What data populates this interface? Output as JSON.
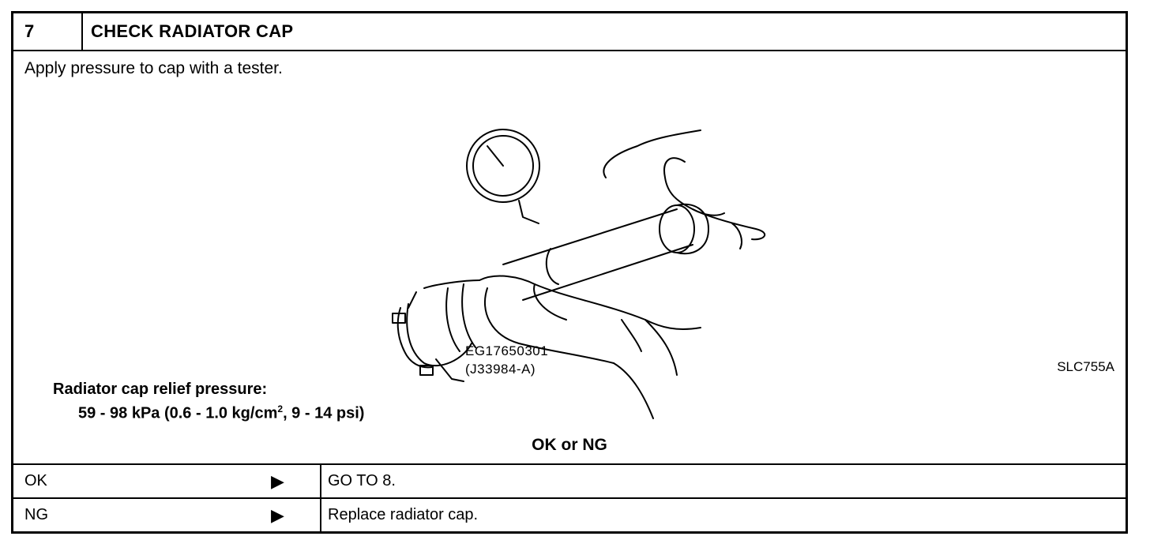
{
  "header": {
    "step_number": "7",
    "title": "CHECK RADIATOR CAP"
  },
  "body": {
    "instruction": "Apply pressure to cap with a tester.",
    "part_number": "EG17650301",
    "part_alt": "(J33984-A)",
    "figure_code": "SLC755A",
    "spec_label": "Radiator cap relief pressure:",
    "spec_value_before": "59 - 98 kPa (0.6 - 1.0 kg/cm",
    "spec_value_sup": "2",
    "spec_value_after": ", 9 - 14 psi)",
    "result_title": "OK or NG"
  },
  "results": [
    {
      "condition": "OK",
      "arrow": "▶",
      "action": "GO TO 8."
    },
    {
      "condition": "NG",
      "arrow": "▶",
      "action": "Replace radiator cap."
    }
  ]
}
